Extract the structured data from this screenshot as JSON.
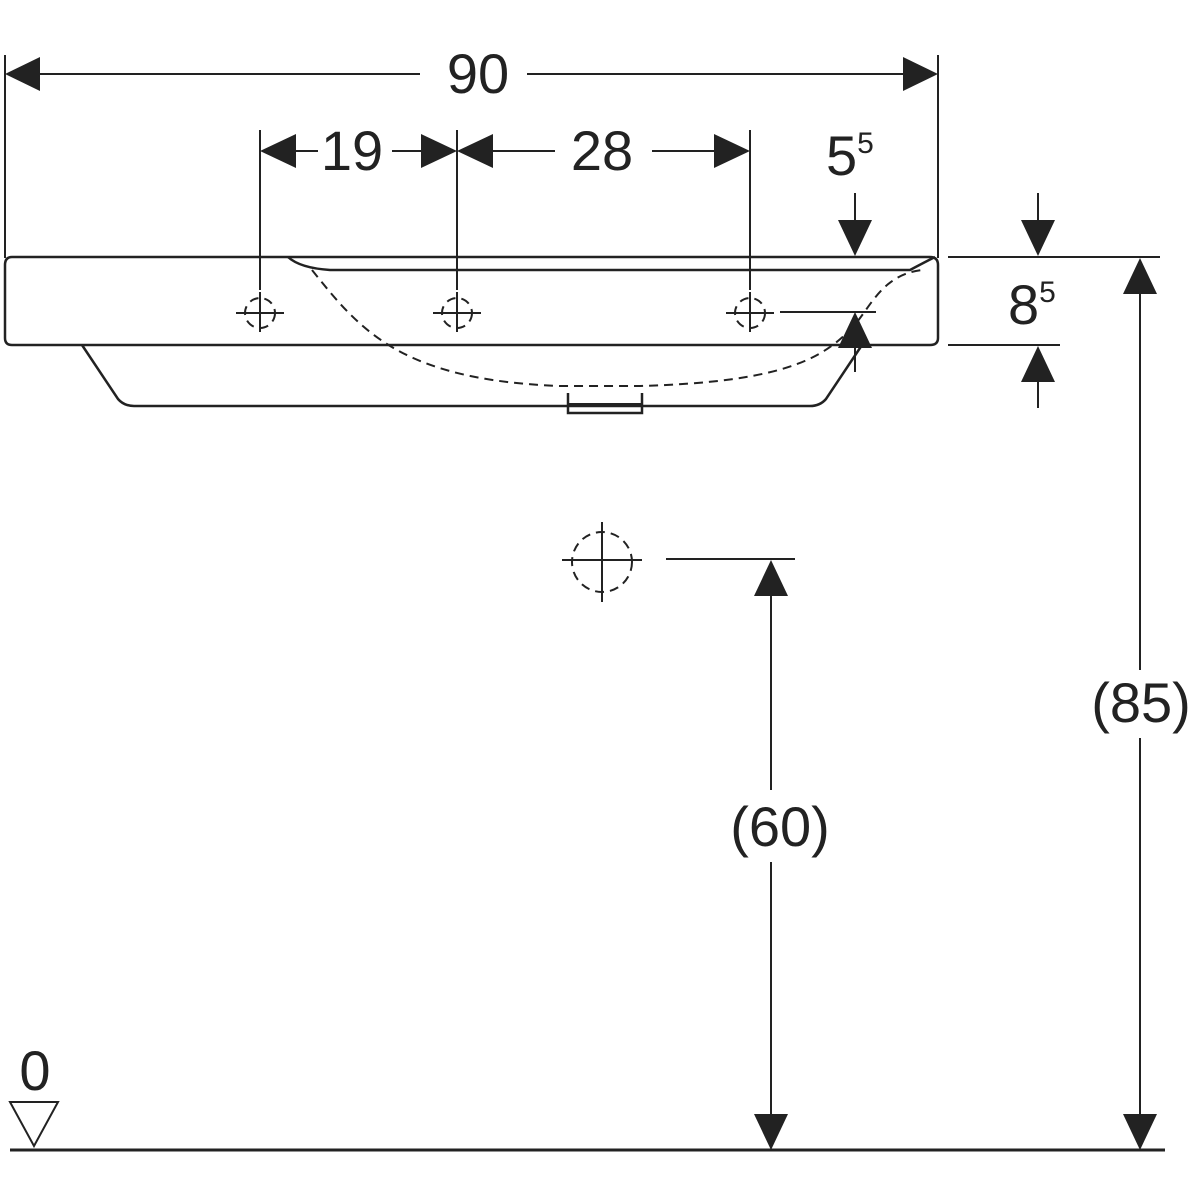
{
  "drawing": {
    "dimensions": {
      "overall_width": "90",
      "tap_hole_spacing_left": "19",
      "tap_hole_spacing_right": "28",
      "tap_hole_edge_offset": {
        "base": "5",
        "sup": "5"
      },
      "rim_height": {
        "base": "8",
        "sup": "5"
      },
      "drain_height": "(60)",
      "rim_height_from_floor": "(85)",
      "floor_level": "0"
    }
  }
}
